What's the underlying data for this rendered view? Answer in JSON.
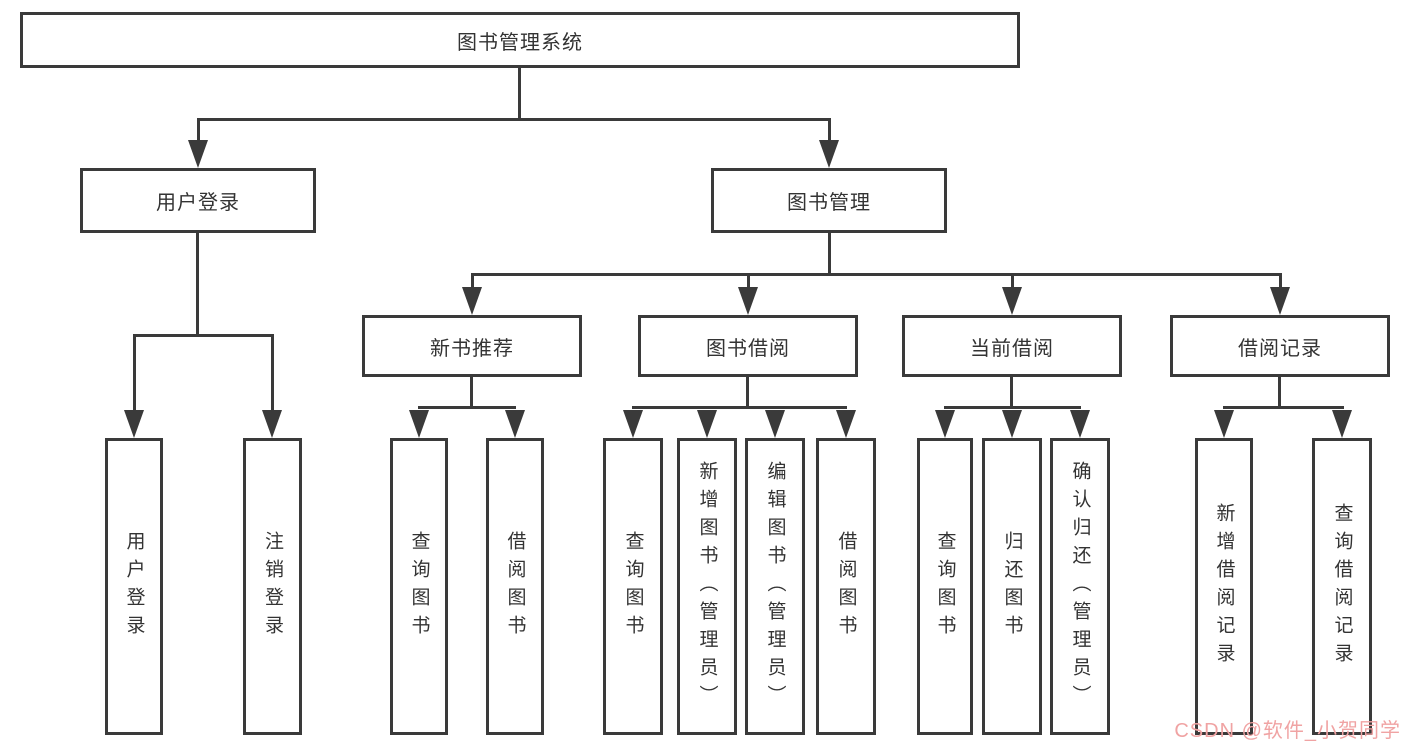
{
  "tree": {
    "root": "图书管理系统",
    "level2": [
      "用户登录",
      "图书管理"
    ],
    "level3": [
      "新书推荐",
      "图书借阅",
      "当前借阅",
      "借阅记录"
    ],
    "leaves": {
      "user": [
        "用户登录",
        "注销登录"
      ],
      "newbook": [
        "查询图书",
        "借阅图书"
      ],
      "borrow": [
        "查询图书",
        "新增图书（管理员）",
        "编辑图书（管理员）",
        "借阅图书"
      ],
      "current": [
        "查询图书",
        "归还图书",
        "确认归还（管理员）"
      ],
      "record": [
        "新增借阅记录",
        "查询借阅记录"
      ]
    }
  },
  "watermark": {
    "text": "CSDN @软件_小贺同学"
  },
  "colors": {
    "line": "#3a3a3a",
    "text": "#333333",
    "watermark": "#f0a3a3",
    "background": "#ffffff"
  }
}
